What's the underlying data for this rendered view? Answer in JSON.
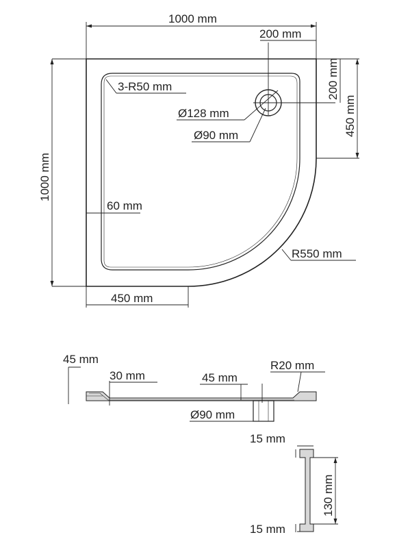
{
  "top_view": {
    "width_label": "1000 mm",
    "drain_offset_x_label": "200 mm",
    "drain_offset_y_label": "200 mm",
    "straight_side_label": "450 mm",
    "height_label": "1000 mm",
    "corner_radius_label": "3-R50 mm",
    "outer_ring_label": "Ø128 mm",
    "inner_ring_label": "Ø90 mm",
    "rim_width_label": "60 mm",
    "arc_radius_label": "R550 mm",
    "bottom_straight_label": "450 mm"
  },
  "section_view": {
    "total_height_label": "45 mm",
    "slope_label": "30 mm",
    "depth_label": "45 mm",
    "fillet_label": "R20 mm",
    "drain_label": "Ø90 mm"
  },
  "profile_view": {
    "top_flange_label": "15 mm",
    "height_label": "130 mm",
    "bottom_flange_label": "15 mm"
  }
}
